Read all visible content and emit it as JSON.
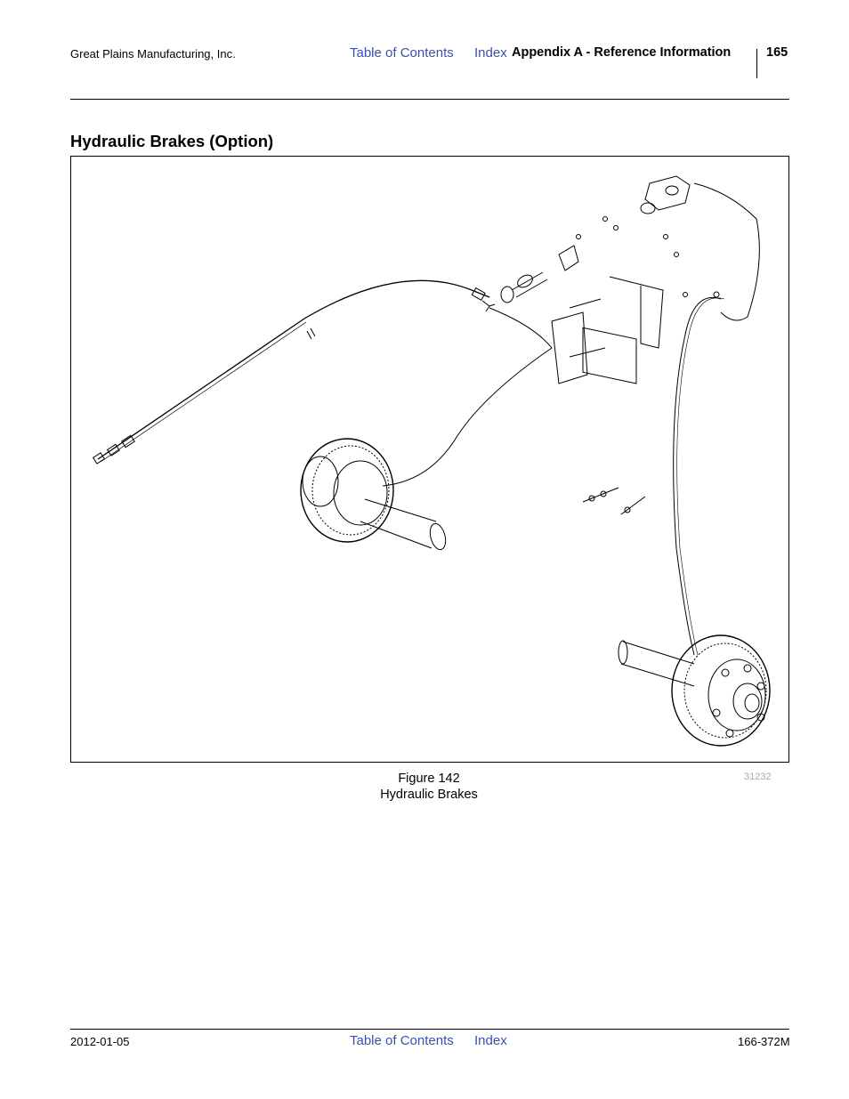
{
  "header": {
    "company": "Great Plains Manufacturing, Inc.",
    "toc_link": "Table of Contents",
    "index_link": "Index",
    "section": "Appendix A - Reference Information",
    "page_number": "165"
  },
  "section_title": "Hydraulic Brakes (Option)",
  "figure": {
    "number_label": "Figure 142",
    "caption": "Hydraulic Brakes",
    "code": "31232"
  },
  "footer": {
    "date": "2012-01-05",
    "toc_link": "Table of Contents",
    "index_link": "Index",
    "doc_number": "166-372M"
  }
}
